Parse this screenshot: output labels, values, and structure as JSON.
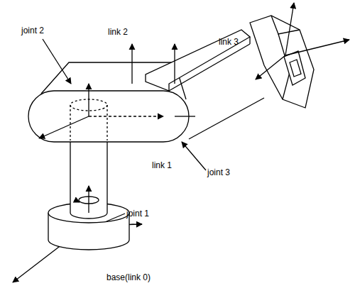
{
  "diagram": {
    "labels": [
      "joint 2",
      "link 2",
      "link 3",
      "link 1",
      "joint 3",
      "joint 1",
      "base(link 0)"
    ]
  }
}
